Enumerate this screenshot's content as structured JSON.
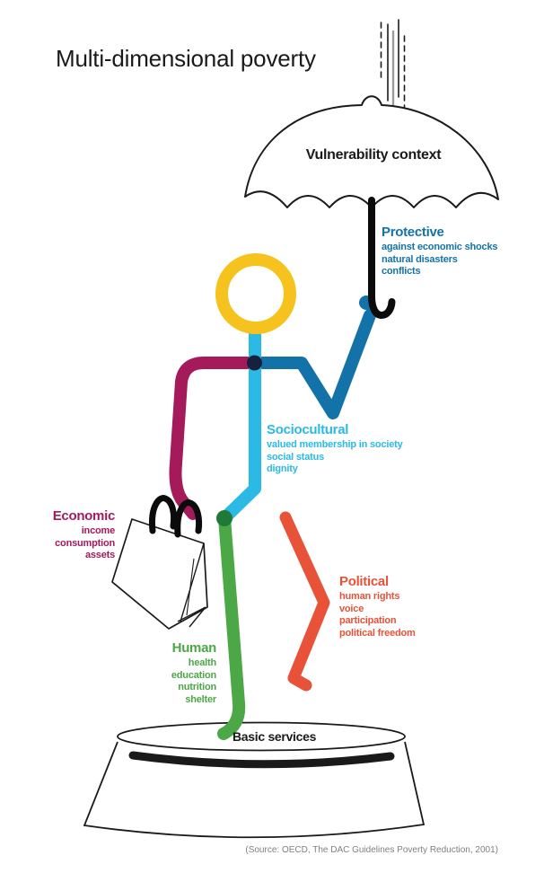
{
  "title": "Multi-dimensional poverty",
  "umbrella": {
    "label": "Vulnerability context",
    "icon": "umbrella-icon",
    "rain_icon": "falling-rain-lines-icon"
  },
  "figure": {
    "icon": "stick-person-icon",
    "bag_icon": "shopping-bag-icon",
    "base_icon": "pedestal-basin-icon"
  },
  "dimensions": {
    "protective": {
      "label": "Protective",
      "items": [
        "against economic shocks",
        "natural disasters",
        "conflicts"
      ]
    },
    "sociocultural": {
      "label": "Sociocultural",
      "items": [
        "valued membership in society",
        "social status",
        "dignity"
      ]
    },
    "economic": {
      "label": "Economic",
      "items": [
        "income",
        "consumption",
        "assets"
      ]
    },
    "political": {
      "label": "Political",
      "items": [
        "human rights",
        "voice",
        "participation",
        "political freedom"
      ]
    },
    "human": {
      "label": "Human",
      "items": [
        "health",
        "education",
        "nutrition",
        "shelter"
      ]
    }
  },
  "base_label": "Basic services",
  "source": "(Source: OECD, The DAC Guidelines Poverty Reduction, 2001)",
  "colors": {
    "ink": "#1a1a1a",
    "head": "#F6C21D",
    "sociocultural": "#2BBAE6",
    "protective": "#1373A8",
    "economic": "#A41A5B",
    "human": "#4CA747",
    "political": "#E85239",
    "joint": "#16213D",
    "hip_joint": "#1F7A3A",
    "rain_gray": "#9B9B9B",
    "source_text": "#7F7F7F"
  }
}
